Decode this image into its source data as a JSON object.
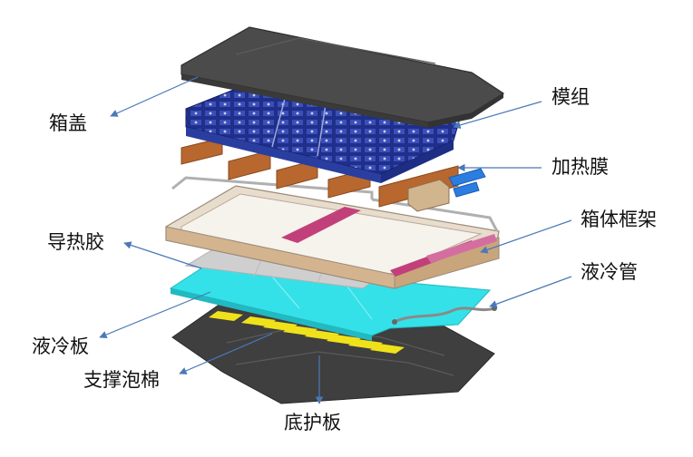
{
  "labels": {
    "lid": "箱盖",
    "modules": "模组",
    "heating_film": "加热膜",
    "box_frame": "箱体框架",
    "thermal_glue": "导热胶",
    "cooling_pipe": "液冷管",
    "cooling_plate": "液冷板",
    "support_foam": "支撑泡棉",
    "bottom_guard": "底护板"
  },
  "colors": {
    "leader_line": "#4a78b8",
    "lid": "#4b4b4b",
    "module_cells": "#1f2f8a",
    "heating_film": "#b8672e",
    "frame": "#d8c9b8",
    "frame_accent": "#c2407a",
    "thermal_glue": "#cfcfcf",
    "cooling_plate": "#35e1e8",
    "support_foam": "#f0e21a",
    "bottom_guard": "#3f3f3f",
    "connector": "#2b7de0"
  }
}
